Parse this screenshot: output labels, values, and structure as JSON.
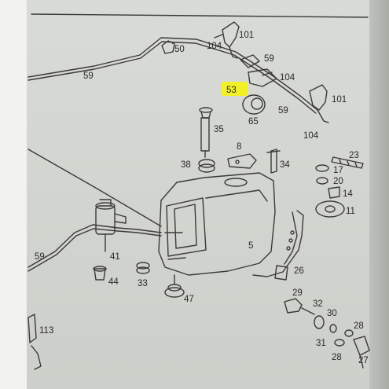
{
  "parts": {
    "p101a": "101",
    "p104a": "104",
    "p50": "50",
    "p59a": "59",
    "p59b": "59",
    "p104b": "104",
    "p53": "53",
    "p65": "65",
    "p59c": "59",
    "p101b": "101",
    "p104c": "104",
    "p35": "35",
    "p8": "8",
    "p38": "38",
    "p34": "34",
    "p23": "23",
    "p17": "17",
    "p20": "20",
    "p14": "14",
    "p11": "11",
    "p5": "5",
    "p59d": "59",
    "p41": "41",
    "p44": "44",
    "p33": "33",
    "p26": "26",
    "p47": "47",
    "p29": "29",
    "p32": "32",
    "p30": "30",
    "p28a": "28",
    "p31": "31",
    "p28b": "28",
    "p27": "27",
    "p113": "113"
  },
  "highlight": {
    "part": "53",
    "color": "#f4f21c"
  },
  "colors": {
    "line": "#3a3a3a",
    "paper": "#d6d8d3"
  }
}
